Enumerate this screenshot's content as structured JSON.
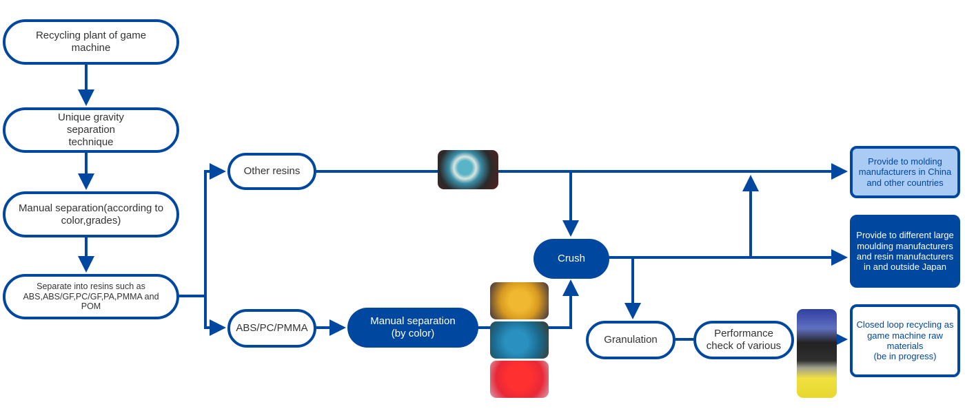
{
  "diagram": {
    "accent_color": "#0047a0",
    "light_fill_color": "#a9cbf4",
    "nodes": {
      "recycling_plant": "Recycling plant of game machine",
      "gravity_separation": "Unique gravity separation technique",
      "manual_separation_grades": "Manual separation(according to color,grades)",
      "separate_resins": "Separate into resins such as ABS,ABS/GF,PC/GF,PA,PMMA and POM",
      "other_resins": "Other resins",
      "abs_pc_pmma": "ABS/PC/PMMA",
      "manual_separation_color": "Manual separation\n(by color)",
      "crush": "Crush",
      "granulation": "Granulation",
      "performance_check": "Performance check of various",
      "provide_china": "Provide to molding manufacturers in China and other countries",
      "provide_japan": "Provide to different large moulding manufacturers and resin manufacturers in and outside Japan",
      "closed_loop": "Closed loop recycling as game machine raw materials\n(be in progress)"
    },
    "photos": [
      "mixed-resin-flakes-photo",
      "yellow-flakes-photo",
      "blue-flakes-photo",
      "red-flakes-photo",
      "pellet-jars-photo"
    ]
  }
}
